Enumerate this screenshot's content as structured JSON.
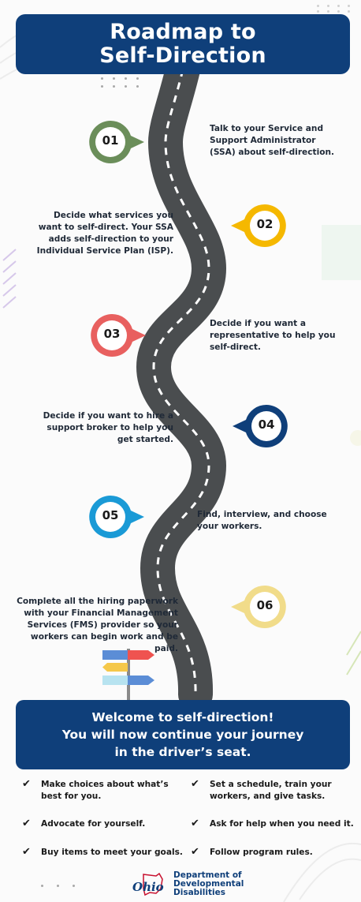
{
  "title": {
    "line1": "Roadmap to",
    "line2": "Self-Direction"
  },
  "colors": {
    "navy": "#0f3f7a",
    "road": "#4a4d4f",
    "step1": "#6b8e5a",
    "step2": "#f5b800",
    "step3": "#e8605f",
    "step4": "#0f3f7a",
    "step5": "#1a9ad6",
    "step6": "#f1dc8a"
  },
  "steps": [
    {
      "num": "01",
      "lines": [
        "Talk to your Service and",
        "Support Administrator",
        "(SSA) about self-direction."
      ]
    },
    {
      "num": "02",
      "lines": [
        "Decide what services you",
        "want to self-direct. Your SSA",
        "adds self-direction to your",
        "Individual Service Plan (ISP)."
      ]
    },
    {
      "num": "03",
      "lines": [
        "Decide if you want a",
        "representative to help you",
        "self-direct."
      ]
    },
    {
      "num": "04",
      "lines": [
        "Decide if you want to hire a",
        "support broker to help you",
        "get started."
      ]
    },
    {
      "num": "05",
      "lines": [
        "Find, interview, and choose",
        "your workers."
      ]
    },
    {
      "num": "06",
      "lines": [
        "Complete all the hiring paperwork",
        "with your Financial Management",
        "Services (FMS) provider so your",
        "workers can begin work and be paid."
      ]
    }
  ],
  "welcome": {
    "line1": "Welcome to self-direction!",
    "line2": "You will now continue your journey",
    "line3": "in the driver’s seat."
  },
  "checklist": [
    {
      "lines": [
        "Make choices about what’s",
        "best for you."
      ]
    },
    {
      "lines": [
        "Set a schedule, train your",
        "workers, and give tasks."
      ]
    },
    {
      "lines": [
        "Advocate for yourself."
      ]
    },
    {
      "lines": [
        "Ask for help when you need it."
      ]
    },
    {
      "lines": [
        "Buy items to meet your goals."
      ]
    },
    {
      "lines": [
        "Follow program rules."
      ]
    }
  ],
  "check_symbol": "✔",
  "logo": {
    "wordmark": "Ohio",
    "line1": "Department of",
    "line2": "Developmental",
    "line3": "Disabilities"
  }
}
